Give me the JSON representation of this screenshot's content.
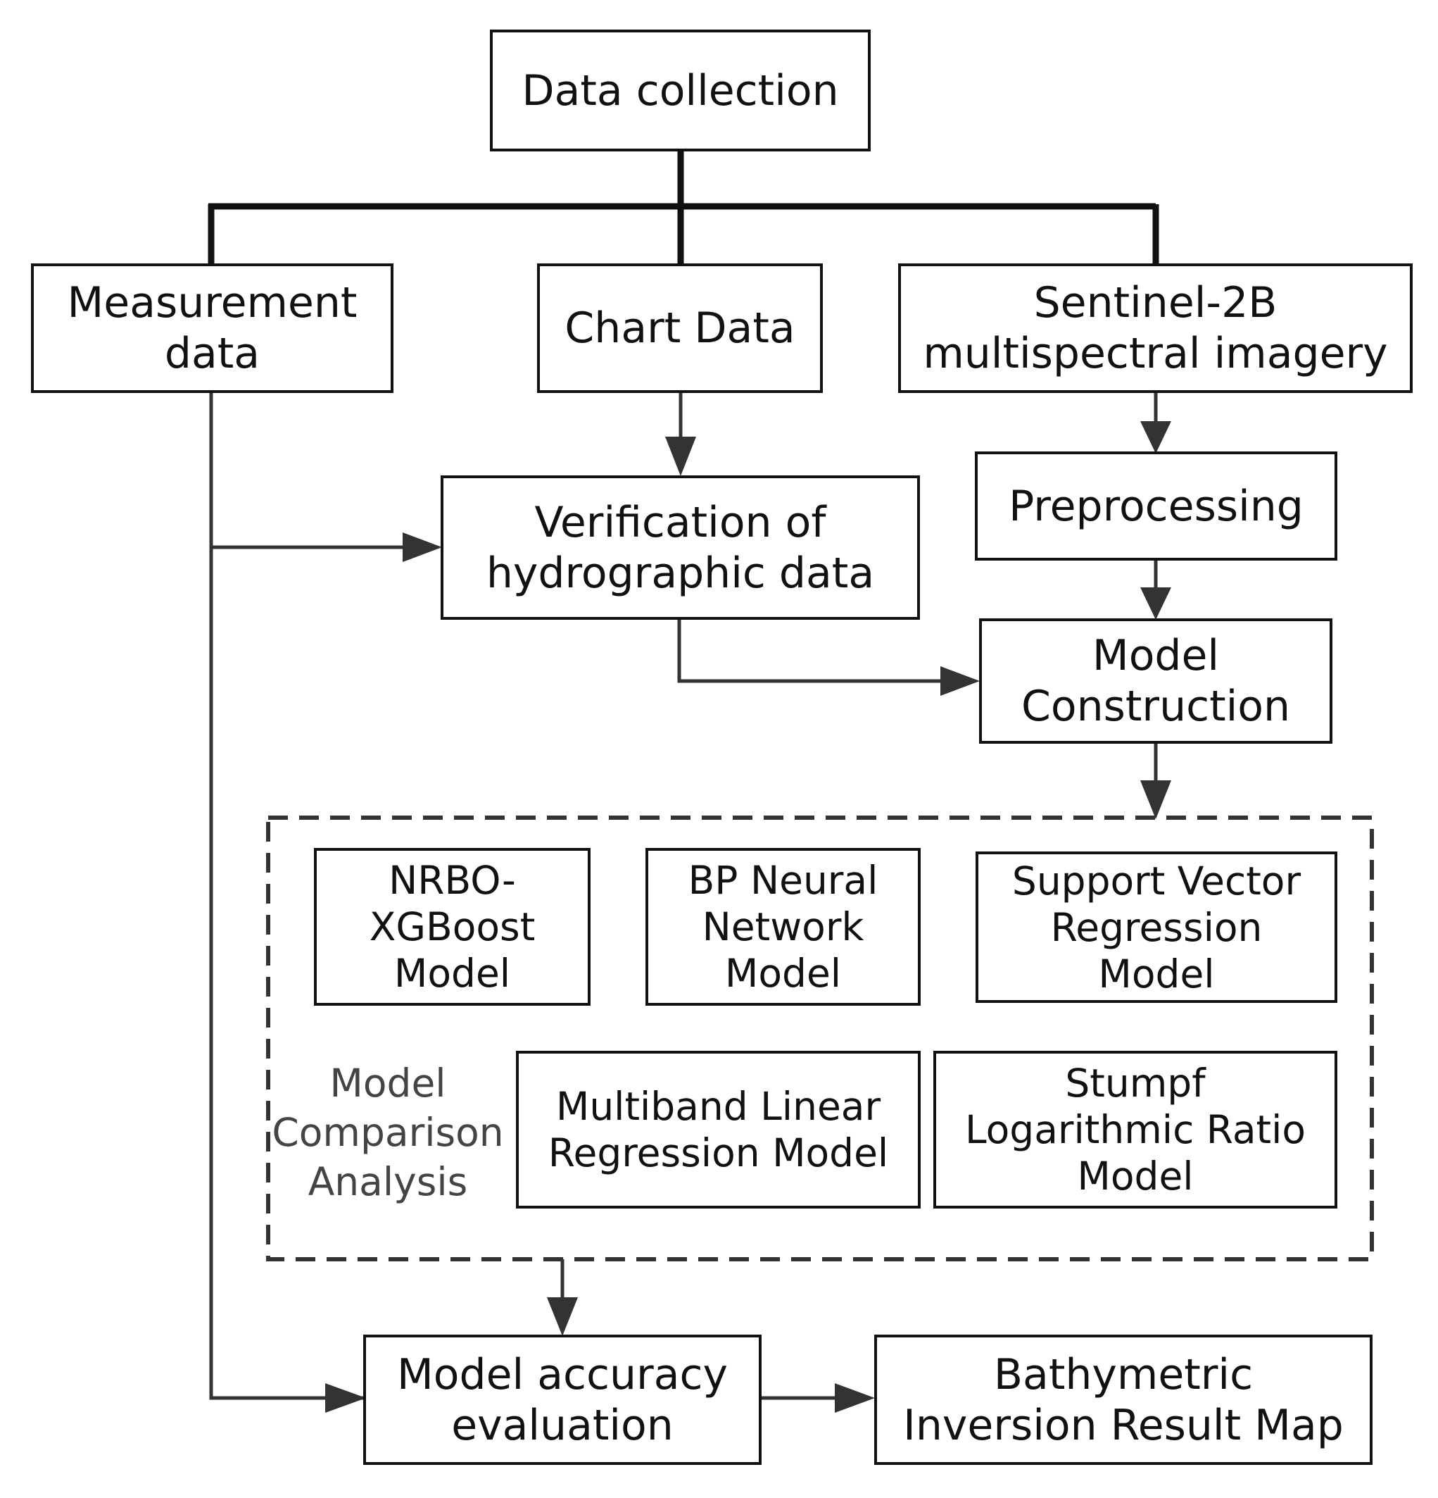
{
  "nodes": {
    "data_collection": "Data collection",
    "measurement_data": "Measurement\ndata",
    "chart_data_node": "Chart Data",
    "sentinel": "Sentinel-2B\nmultispectral imagery",
    "verification": "Verification of\nhydrographic data",
    "preprocessing": "Preprocessing",
    "model_construction": "Model\nConstruction",
    "nrbo": "NRBO-\nXGBoost\nModel",
    "bp": "BP Neural\nNetwork\nModel",
    "svr": "Support Vector\nRegression\nModel",
    "mlr": "Multiband Linear\nRegression Model",
    "stumpf": "Stumpf\nLogarithmic Ratio\nModel",
    "accuracy": "Model accuracy\nevaluation",
    "result_map": "Bathymetric\nInversion Result Map"
  },
  "group_label": "Model\nComparison\nAnalysis",
  "colors": {
    "box_border": "#111111",
    "connector": "#333333",
    "group_border": "#333333",
    "group_label": "#444444"
  }
}
